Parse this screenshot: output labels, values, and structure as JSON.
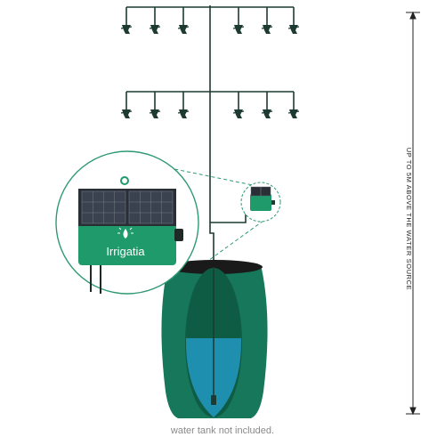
{
  "height_label": "UP TO 5M ABOVE THE WATER SOURCE",
  "brand_name": "Irrigatia",
  "caption": "water tank not included.",
  "colors": {
    "pipe": "#1d3b33",
    "tank_green": "#17775a",
    "tank_dark": "#0f5c45",
    "water": "#1e8fae",
    "controller_green": "#1f9a6a",
    "dashed": "#2e9a72"
  },
  "icons": [
    "dripper-icon",
    "solar-panel-icon",
    "water-drop-logo-icon"
  ]
}
